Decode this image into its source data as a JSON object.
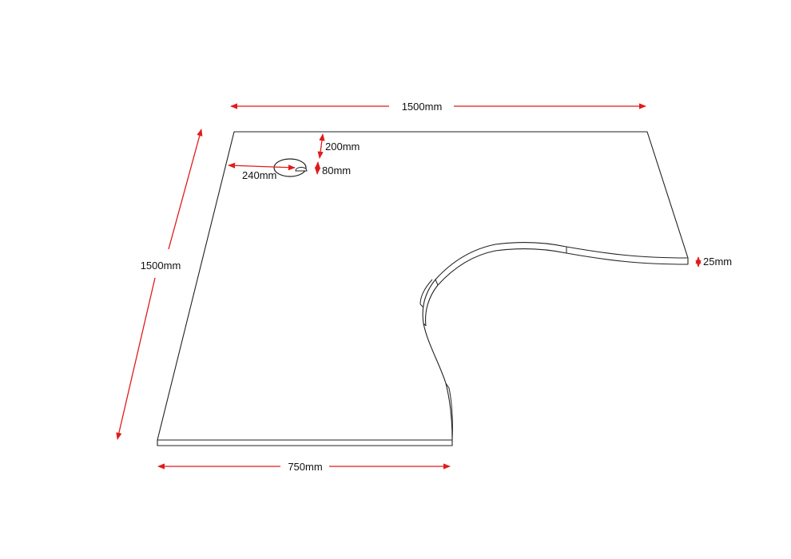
{
  "drawing": {
    "title": "",
    "colors": {
      "dimension": "#e01b1b",
      "outline": "#222222",
      "background": "#ffffff"
    },
    "dimensions": {
      "top_width": "1500mm",
      "side_depth": "1500mm",
      "bottom_width": "750mm",
      "thickness": "25mm",
      "grommet_from_back": "200mm",
      "grommet_from_side": "240mm",
      "grommet_diameter": "80mm"
    },
    "features": {
      "grommet_icon": "cable-grommet-icon"
    }
  }
}
